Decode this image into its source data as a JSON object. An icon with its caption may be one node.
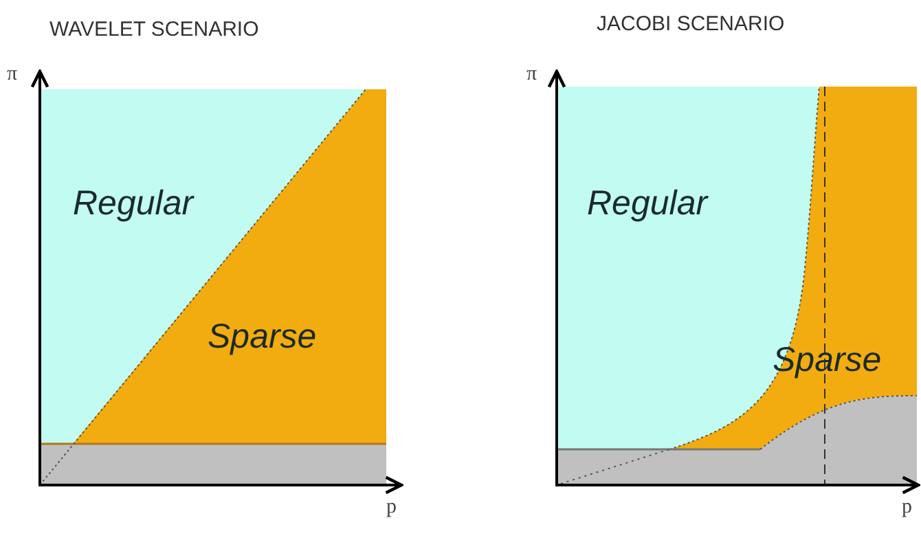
{
  "diagram": {
    "labels": [
      "WAVELET SCENARIO",
      "JACOBI SCENARIO",
      "π",
      "π",
      "Regular",
      "Regular",
      "Sparse",
      "Sparse",
      "p",
      "p"
    ]
  }
}
